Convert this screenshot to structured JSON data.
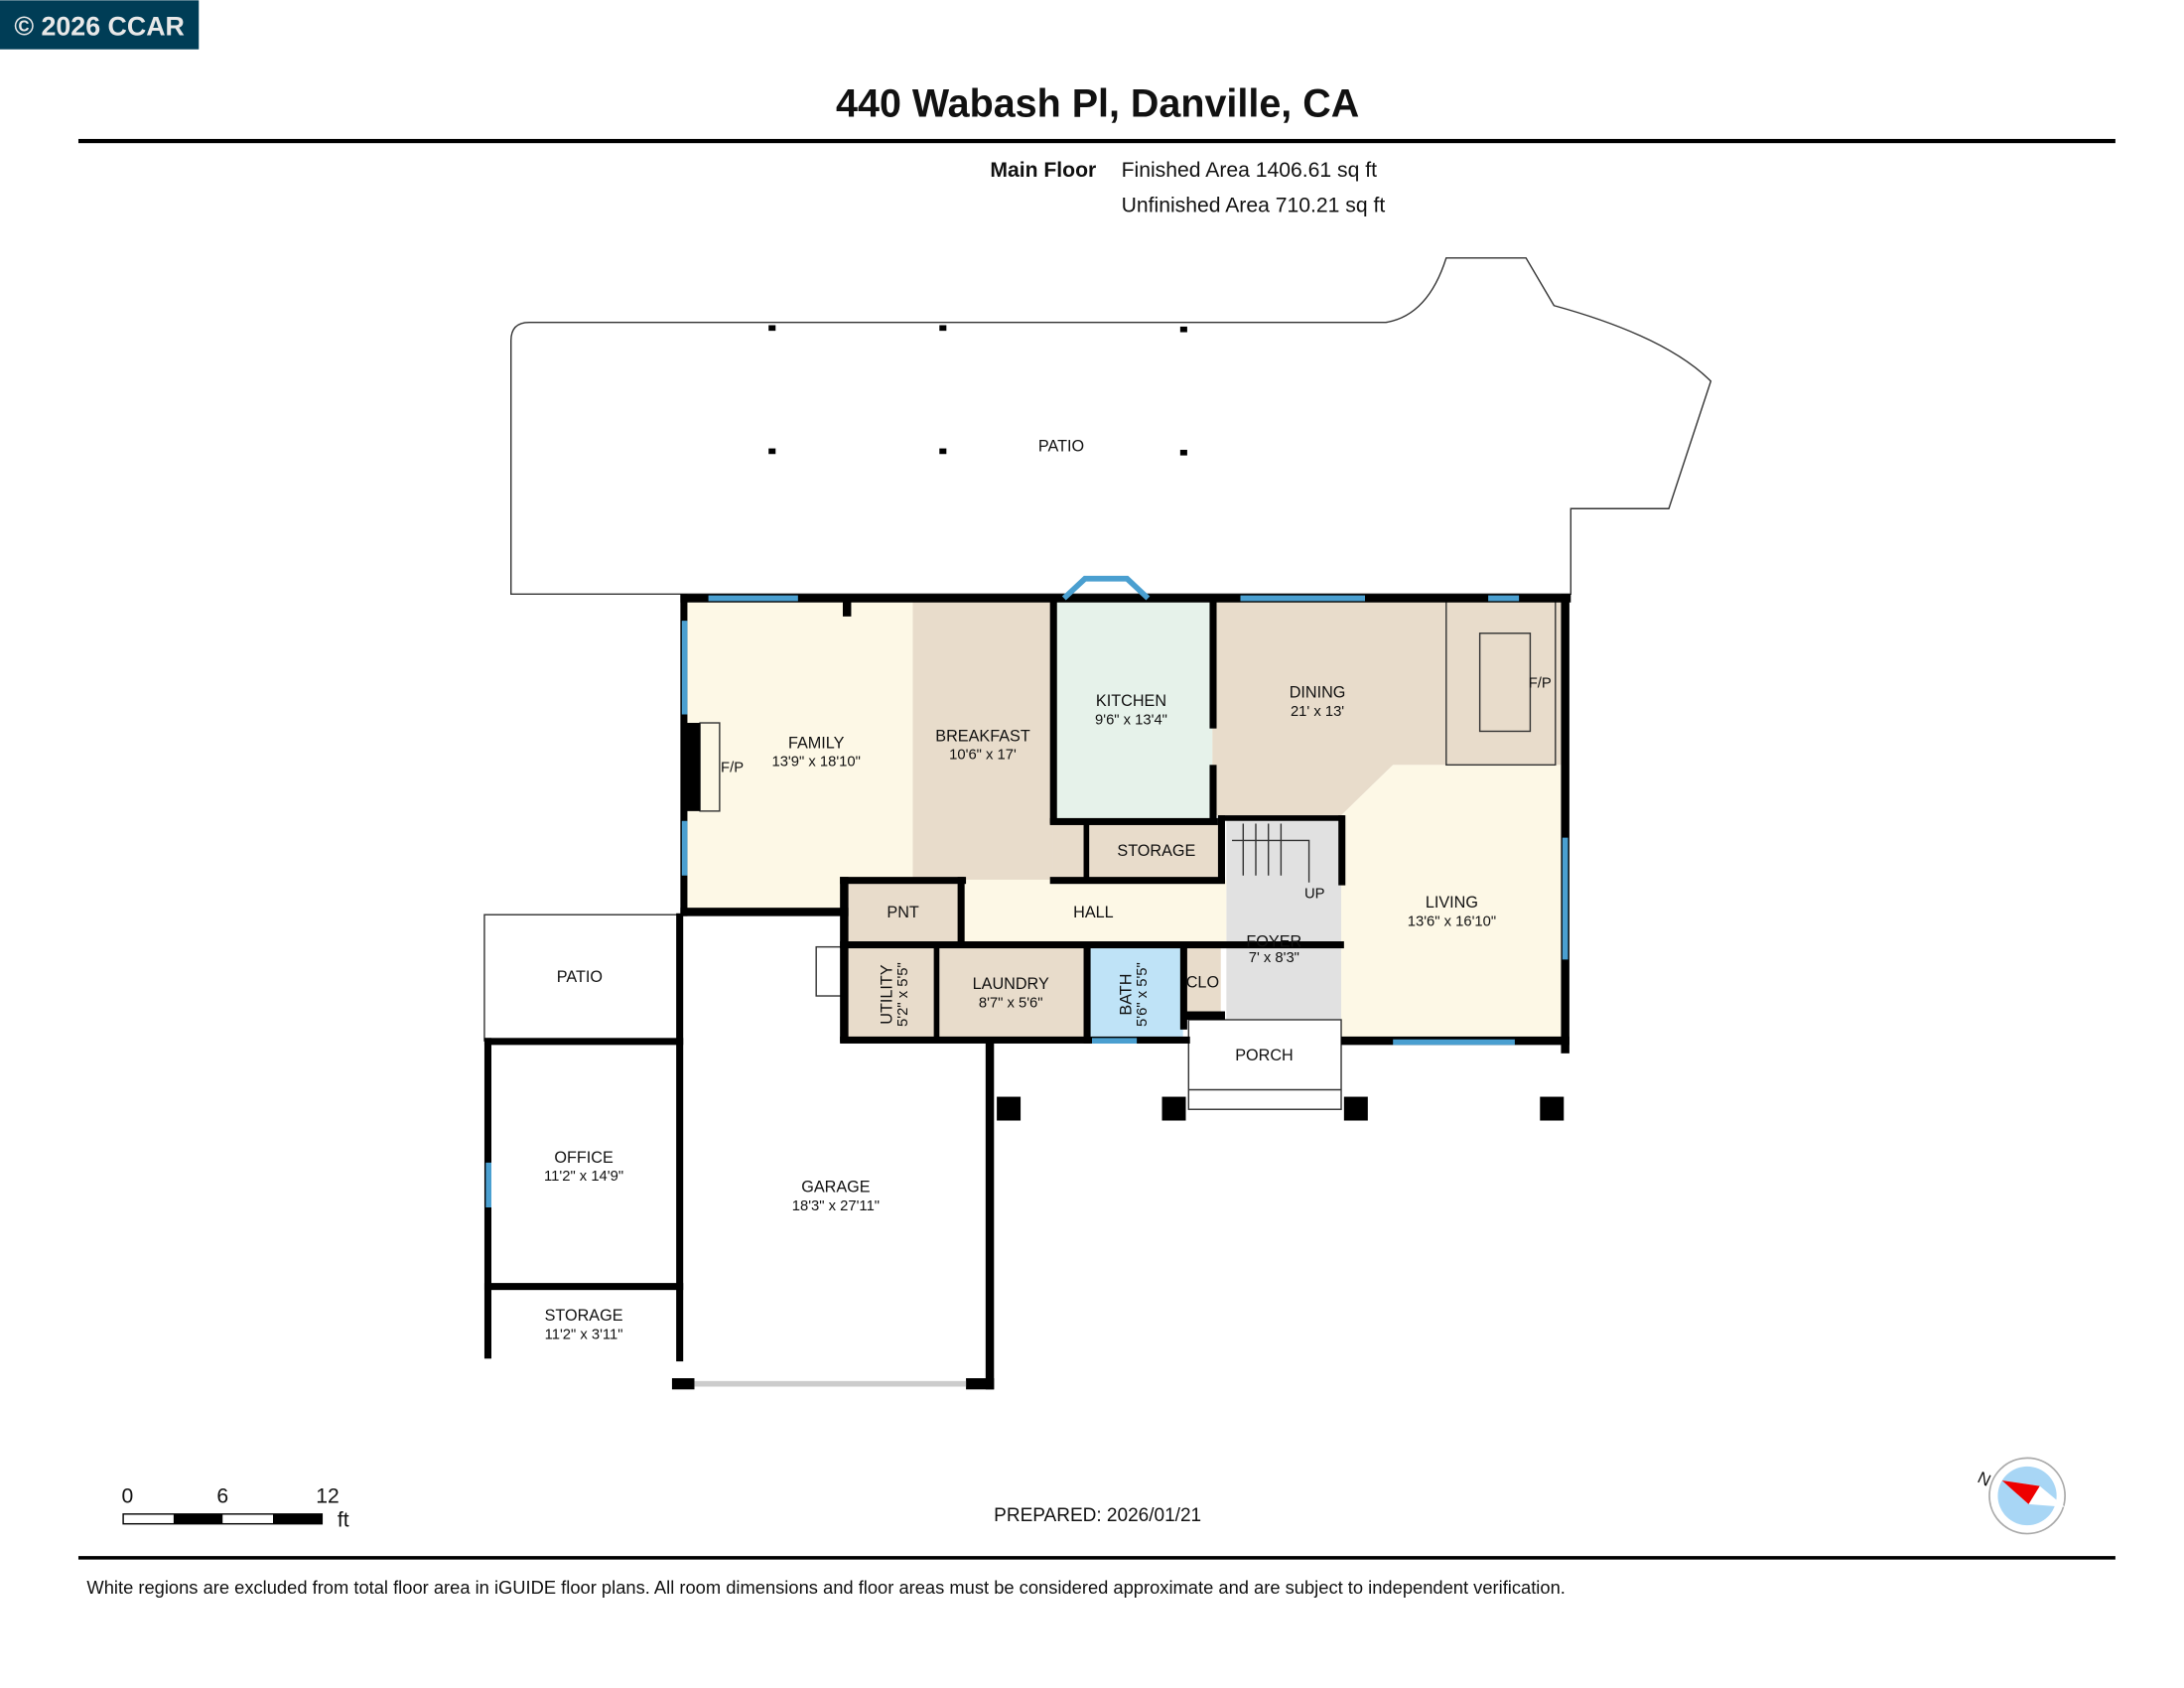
{
  "copyright": "© 2026 CCAR",
  "title": "440 Wabash Pl, Danville, CA",
  "floor": {
    "label": "Main Floor",
    "finished_area": "Finished Area 1406.61 sq ft",
    "unfinished_area": "Unfinished Area 710.21 sq ft"
  },
  "rooms": [
    {
      "name": "PATIO",
      "dims": ""
    },
    {
      "name": "FAMILY",
      "dims": "13'9\" x 18'10\""
    },
    {
      "name": "BREAKFAST",
      "dims": "10'6\" x 17'"
    },
    {
      "name": "KITCHEN",
      "dims": "9'6\" x 13'4\""
    },
    {
      "name": "DINING",
      "dims": "21' x 13'"
    },
    {
      "name": "STORAGE",
      "dims": ""
    },
    {
      "name": "LIVING",
      "dims": "13'6\" x 16'10\""
    },
    {
      "name": "PNT",
      "dims": ""
    },
    {
      "name": "HALL",
      "dims": ""
    },
    {
      "name": "FOYER",
      "dims": "7' x 8'3\""
    },
    {
      "name": "UTILITY",
      "dims": "5'2\" x 5'5\""
    },
    {
      "name": "LAUNDRY",
      "dims": "8'7\" x 5'6\""
    },
    {
      "name": "BATH",
      "dims": "5'6\" x 5'5\""
    },
    {
      "name": "CLO",
      "dims": ""
    },
    {
      "name": "PORCH",
      "dims": ""
    },
    {
      "name": "PATIO",
      "dims": ""
    },
    {
      "name": "OFFICE",
      "dims": "11'2\" x 14'9\""
    },
    {
      "name": "STORAGE",
      "dims": "11'2\" x 3'11\""
    },
    {
      "name": "GARAGE",
      "dims": "18'3\" x 27'11\""
    }
  ],
  "labels": {
    "fp1": "F/P",
    "fp2": "F/P",
    "up": "UP"
  },
  "scale_bar": {
    "ticks": [
      "0",
      "6",
      "12"
    ],
    "unit": "ft"
  },
  "compass": {
    "north_label": "N",
    "icon": "compass-icon"
  },
  "prepared": "PREPARED: 2026/01/21",
  "disclaimer": "White regions are excluded from total floor area in iGUIDE floor plans. All room dimensions and floor areas must be considered approximate and are subject to independent verification.",
  "colors": {
    "badge_bg": "#003d56",
    "cream": "#fdf8e6",
    "beige": "#e8dccb",
    "kitchen": "#e6f2ea",
    "bath": "#bfe3f7",
    "foyer": "#e1e1e1",
    "window": "#4a9fd0"
  }
}
